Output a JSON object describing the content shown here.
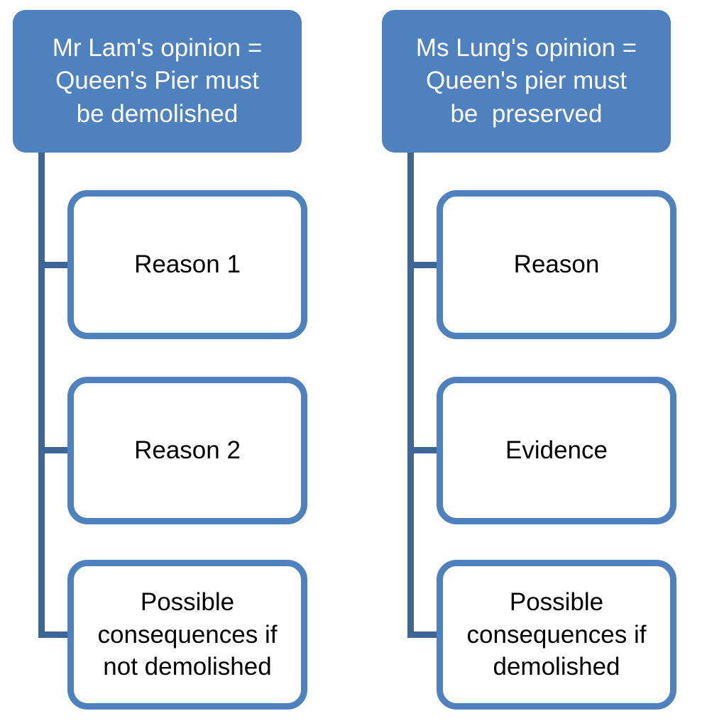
{
  "diagram": {
    "colors": {
      "accent": "#4e81bd",
      "connector": "#3d6595",
      "header_text": "#ffffff",
      "child_text": "#000000",
      "background": "#ffffff"
    },
    "columns": [
      {
        "header": "Mr Lam's opinion =\nQueen's Pier must\nbe demolished",
        "children": [
          {
            "label": "Reason 1"
          },
          {
            "label": "Reason 2"
          },
          {
            "label": "Possible consequences if not demolished"
          }
        ]
      },
      {
        "header": "Ms Lung's opinion =\nQueen's pier must\nbe  preserved",
        "children": [
          {
            "label": "Reason"
          },
          {
            "label": "Evidence"
          },
          {
            "label": "Possible consequences if demolished"
          }
        ]
      }
    ]
  }
}
